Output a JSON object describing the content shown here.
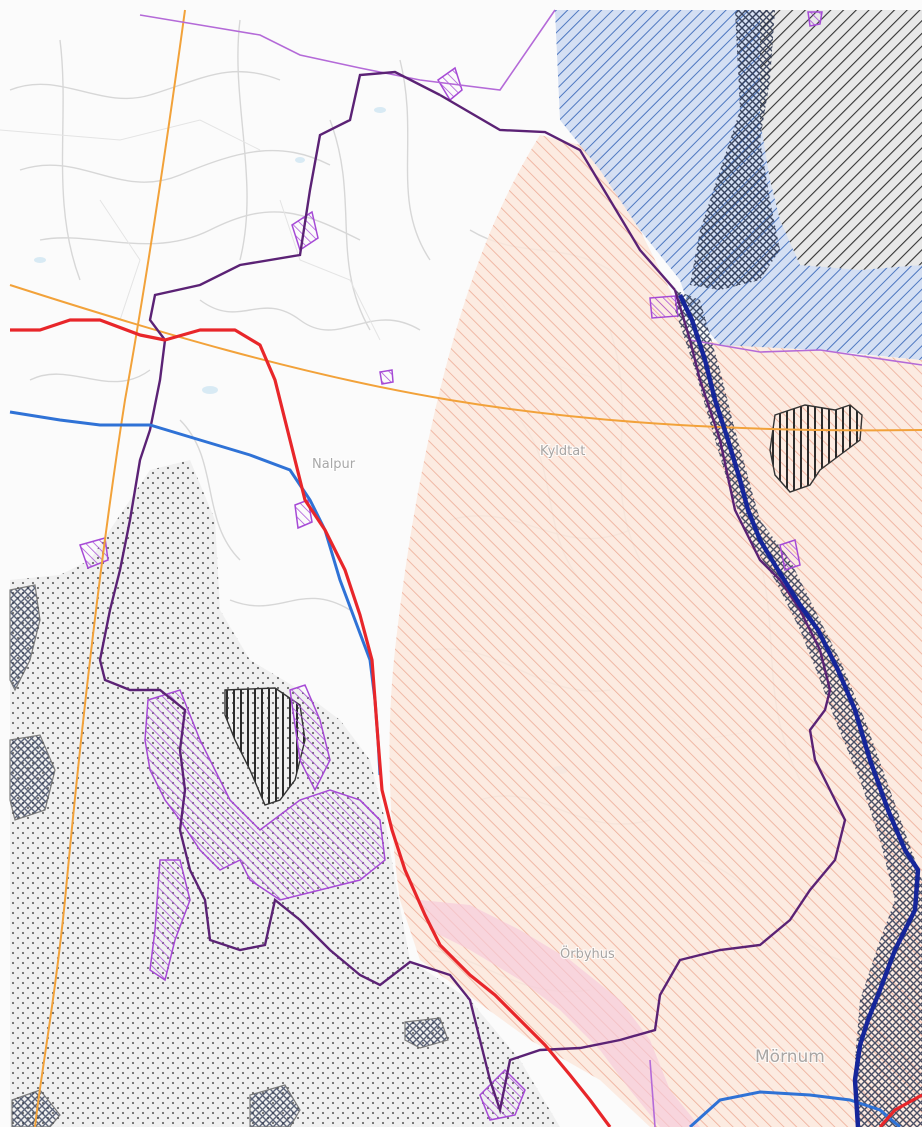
{
  "map": {
    "place_labels": {
      "village_west": "Nalpur",
      "village_north": "Kyldtat",
      "settlement_south": "Örbyhus",
      "town_southeast": "Mörnum"
    }
  },
  "colors": {
    "road_major": "#e8262a",
    "road_blue": "#2f72d6",
    "river": "#16269a",
    "admin_boundary": "#5b2275",
    "protected_area_purple": "#a64ad6",
    "orange_grid": "#f2a23a",
    "salmon_hatch": "#e8977e",
    "blue_hatch": "#4d77c0"
  }
}
